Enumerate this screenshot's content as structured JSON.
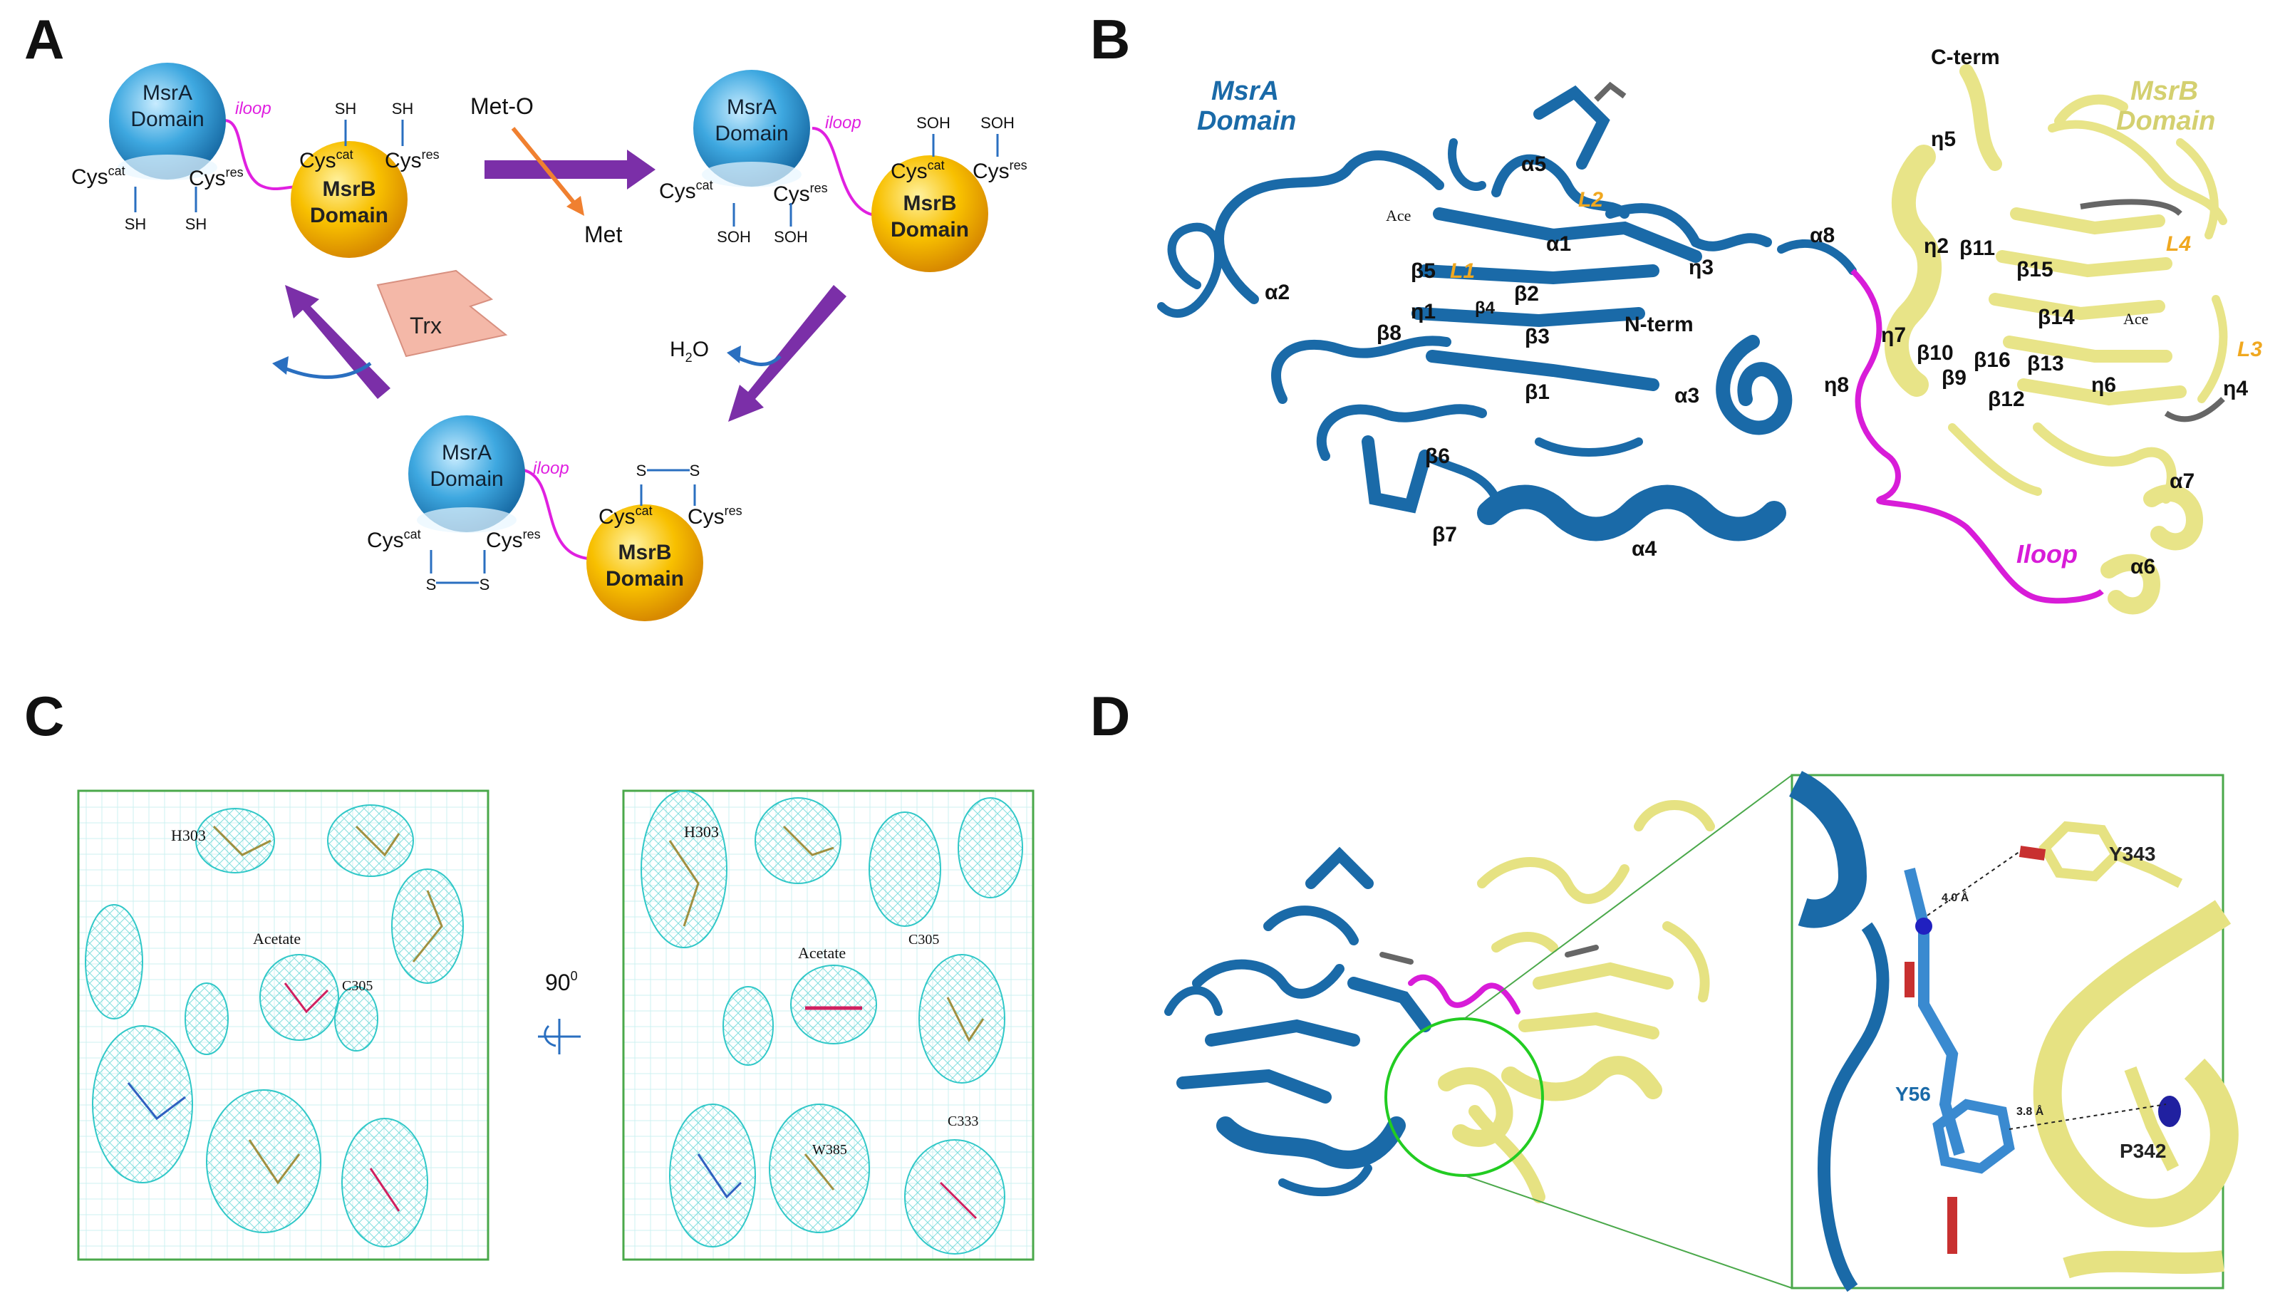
{
  "panels": {
    "a": {
      "letter": "A",
      "top_node": {
        "msra_line1": "MsrA",
        "msra_line2": "Domain",
        "iloop": "iloop",
        "msrb_line1": "MsrB",
        "msrb_line2": "Domain",
        "cys_a_cat": "Cys",
        "cys_a_cat_sup": "cat",
        "cys_a_res": "Cys",
        "cys_a_res_sup": "res",
        "sh1": "SH",
        "sh2": "SH",
        "cys_b_cat": "Cys",
        "cys_b_cat_sup": "cat",
        "cys_b_res": "Cys",
        "cys_b_res_sup": "res",
        "sh3": "SH",
        "sh4": "SH"
      },
      "right_node": {
        "msra_line1": "MsrA",
        "msra_line2": "Domain",
        "iloop": "iloop",
        "msrb_line1": "MsrB",
        "msrb_line2": "Domain",
        "cys_a_cat": "Cys",
        "cys_a_cat_sup": "cat",
        "cys_a_res": "Cys",
        "cys_a_res_sup": "res",
        "soh1": "SOH",
        "soh2": "SOH",
        "cys_b_cat": "Cys",
        "cys_b_cat_sup": "cat",
        "cys_b_res": "Cys",
        "cys_b_res_sup": "res",
        "soh3": "SOH",
        "soh4": "SOH"
      },
      "bottom_node": {
        "msra_line1": "MsrA",
        "msra_line2": "Domain",
        "iloop": "iloop",
        "msrb_line1": "MsrB",
        "msrb_line2": "Domain",
        "cys_a_cat": "Cys",
        "cys_a_cat_sup": "cat",
        "cys_a_res": "Cys",
        "cys_a_res_sup": "res",
        "s1": "S",
        "s2": "S",
        "cys_b_cat": "Cys",
        "cys_b_cat_sup": "cat",
        "cys_b_res": "Cys",
        "cys_b_res_sup": "res",
        "s3": "S",
        "s4": "S"
      },
      "arrow_labels": {
        "meto": "Met-O",
        "met": "Met",
        "h2o_h": "H",
        "h2o_2": "2",
        "h2o_o": "O",
        "trx": "Trx"
      },
      "colors": {
        "msra": "#2e9fd8",
        "msrb": "#f5b800",
        "iloop": "#e020e0",
        "arrow": "#7b2fa8",
        "met_arrow": "#f08030",
        "trx": "#f4b8a8",
        "small_arrow": "#2a6fc0"
      }
    },
    "b": {
      "letter": "B",
      "msra_title_1": "MsrA",
      "msra_title_2": "Domain",
      "msrb_title_1": "MsrB",
      "msrb_title_2": "Domain",
      "labels_a": [
        "α5",
        "L2",
        "Ace",
        "α1",
        "η3",
        "α2",
        "β5",
        "L1",
        "β2",
        "η1",
        "β4",
        "N-term",
        "β8",
        "β3",
        "β1",
        "α3",
        "β6",
        "β7",
        "α4"
      ],
      "labels_b": [
        "C-term",
        "η5",
        "α8",
        "η2",
        "β11",
        "β15",
        "L4",
        "β14",
        "Ace",
        "η7",
        "β10",
        "β16",
        "β13",
        "L3",
        "η8",
        "β9",
        "η6",
        "η4",
        "β12",
        "α7",
        "α6"
      ],
      "iloop": "Iloop",
      "colors": {
        "msra": "#1a6aa8",
        "msrb": "#e8e488",
        "iloop": "#d81cd8",
        "loop_label": "#f0a820"
      }
    },
    "c": {
      "letter": "C",
      "left_labels": [
        "H303",
        "Acetate",
        "C305"
      ],
      "rotation": "90",
      "rotation_sup": "0",
      "right_labels": [
        "H303",
        "Acetate",
        "C305",
        "W385",
        "C333"
      ],
      "colors": {
        "mesh": "#30c8c8",
        "frame": "#4aa84a"
      }
    },
    "d": {
      "letter": "D",
      "labels": [
        "Y343",
        "4.0 Å",
        "Y56",
        "3.8 Å",
        "P342"
      ],
      "colors": {
        "msra": "#1a6aa8",
        "msrb": "#e6e282",
        "frame": "#4aa84a",
        "circle": "#22cc22"
      }
    }
  }
}
